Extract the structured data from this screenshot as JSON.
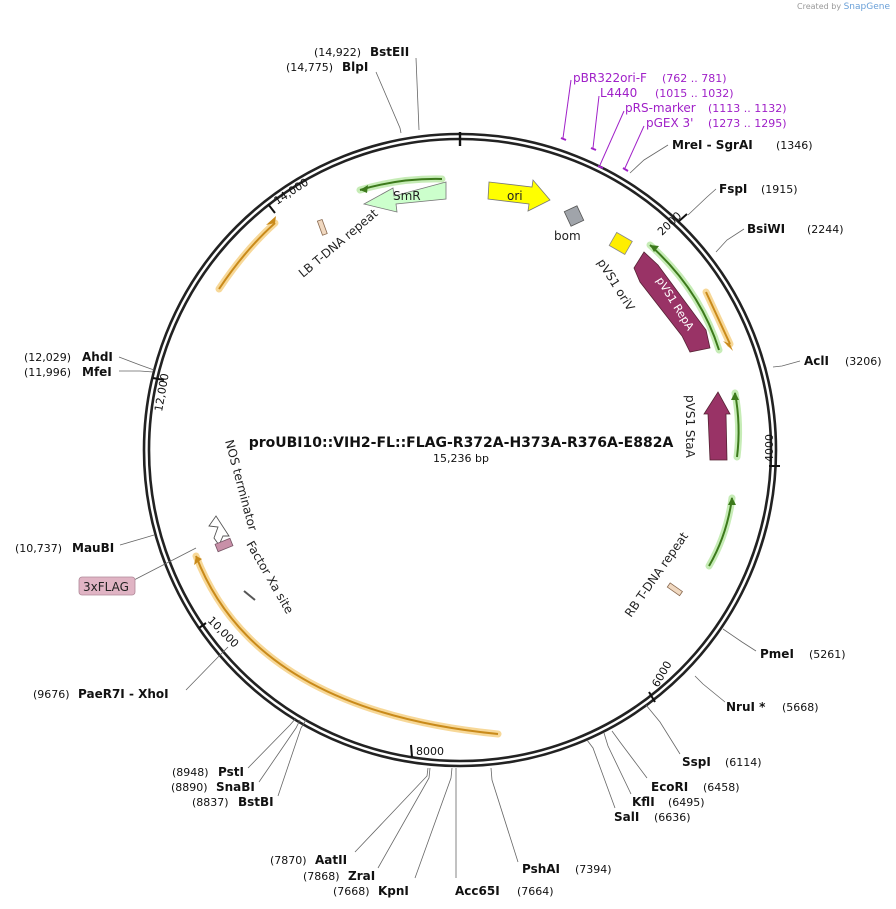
{
  "credit": {
    "prefix": "Created by",
    "brand": "SnapGene"
  },
  "plasmid": {
    "name": "proUBI10::VIH2-FL::FLAG-R372A-H373A-R376A-E882A",
    "size": "15,236 bp",
    "length": 15236
  },
  "ticks": [
    "2000",
    "4000",
    "6000",
    "8000",
    "10,000",
    "12,000",
    "14,000"
  ],
  "enzymes": [
    {
      "name": "BstEII",
      "pos": "(14,922)"
    },
    {
      "name": "BlpI",
      "pos": "(14,775)"
    },
    {
      "name": "MreI  - SgrAI",
      "pos": "(1346)"
    },
    {
      "name": "FspI",
      "pos": "(1915)"
    },
    {
      "name": "BsiWI",
      "pos": "(2244)"
    },
    {
      "name": "AclI",
      "pos": "(3206)"
    },
    {
      "name": "PmeI",
      "pos": "(5261)"
    },
    {
      "name": "NruI *",
      "pos": "(5668)"
    },
    {
      "name": "SspI",
      "pos": "(6114)"
    },
    {
      "name": "EcoRI",
      "pos": "(6458)"
    },
    {
      "name": "KflI",
      "pos": "(6495)"
    },
    {
      "name": "SalI",
      "pos": "(6636)"
    },
    {
      "name": "PshAI",
      "pos": "(7394)"
    },
    {
      "name": "Acc65I",
      "pos": "(7664)"
    },
    {
      "name": "KpnI",
      "pos": "(7668)"
    },
    {
      "name": "ZraI",
      "pos": "(7868)"
    },
    {
      "name": "AatII",
      "pos": "(7870)"
    },
    {
      "name": "BstBI",
      "pos": "(8837)"
    },
    {
      "name": "SnaBI",
      "pos": "(8890)"
    },
    {
      "name": "PstI",
      "pos": "(8948)"
    },
    {
      "name": "PaeR7I  - XhoI",
      "pos": "(9676)"
    },
    {
      "name": "MauBI",
      "pos": "(10,737)"
    },
    {
      "name": "AhdI",
      "pos": "(12,029)"
    },
    {
      "name": "MfeI",
      "pos": "(11,996)"
    }
  ],
  "primers": [
    {
      "name": "pBR322ori-F",
      "range": "(762 .. 781)"
    },
    {
      "name": "L4440",
      "range": "(1015 .. 1032)"
    },
    {
      "name": "pRS-marker",
      "range": "(1113 .. 1132)"
    },
    {
      "name": "pGEX 3'",
      "range": "(1273 .. 1295)"
    }
  ],
  "features": {
    "ori": "ori",
    "bom": "bom",
    "smr": "SmR",
    "lb": "LB T-DNA repeat",
    "pvs1_oriv": "pVS1 oriV",
    "pvs1_repa": "pVS1 RepA",
    "pvs1_staa": "pVS1 StaA",
    "rb": "RB T-DNA repeat",
    "nos": "NOS terminator",
    "factor_xa": "Factor Xa site",
    "flag": "3xFLAG"
  },
  "colors": {
    "backbone": "#222222",
    "ori": "#ffff00",
    "smr": "#ccffcc",
    "repa": "#993366",
    "bom": "#a0a4aa",
    "oriv": "#ffee00",
    "primer": "#a020c8",
    "orf_orange": "#e8a23a",
    "orf_green": "#6aa82a",
    "flag_box": "#e0b4c4"
  }
}
